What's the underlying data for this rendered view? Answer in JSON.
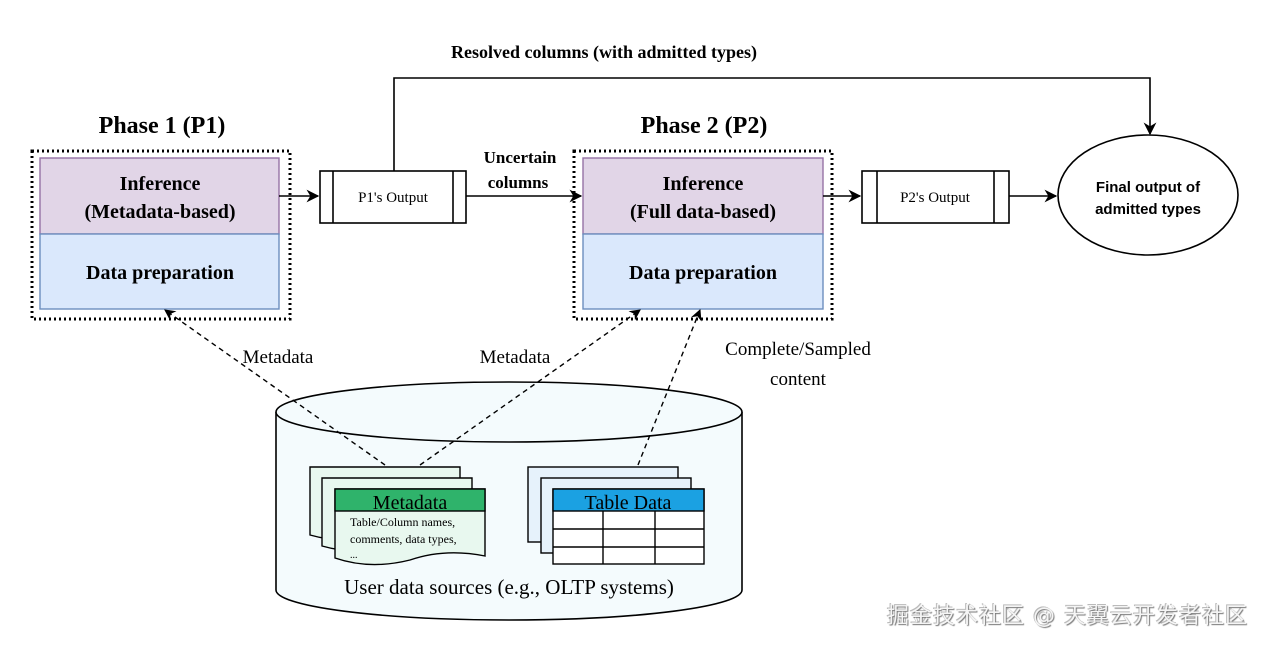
{
  "diagram": {
    "top_flow_label": "Resolved columns (with admitted types)",
    "phase1": {
      "title": "Phase 1 (P1)",
      "inference_line1": "Inference",
      "inference_line2": "(Metadata-based)",
      "prep": "Data preparation"
    },
    "phase2": {
      "title": "Phase 2 (P2)",
      "inference_line1": "Inference",
      "inference_line2": "(Full data-based)",
      "prep": "Data preparation"
    },
    "p1_output": "P1's Output",
    "p2_output": "P2's Output",
    "uncertain_line1": "Uncertain",
    "uncertain_line2": "columns",
    "final_line1": "Final output of",
    "final_line2": "admitted types",
    "edge_metadata_1": "Metadata",
    "edge_metadata_2": "Metadata",
    "edge_content_line1": "Complete/Sampled",
    "edge_content_line2": "content",
    "datasource": {
      "label": "User data sources (e.g., OLTP systems)",
      "metadata_header": "Metadata",
      "metadata_line1": "Table/Column names,",
      "metadata_line2": "comments, data types,",
      "metadata_line3": "...",
      "table_header": "Table Data"
    },
    "colors": {
      "inference_fill": "#e1d5e7",
      "inference_stroke": "#9673a6",
      "prep_fill": "#dae8fc",
      "prep_stroke": "#6c8ebf",
      "metadata_header": "#2fb36b",
      "metadata_doc": "#e8f8ef",
      "table_header": "#1ba1e2",
      "table_doc": "#e6f2fb",
      "cylinder_fill": "#f4fbfd"
    }
  },
  "watermark": "掘金技术社区 @ 天翼云开发者社区"
}
